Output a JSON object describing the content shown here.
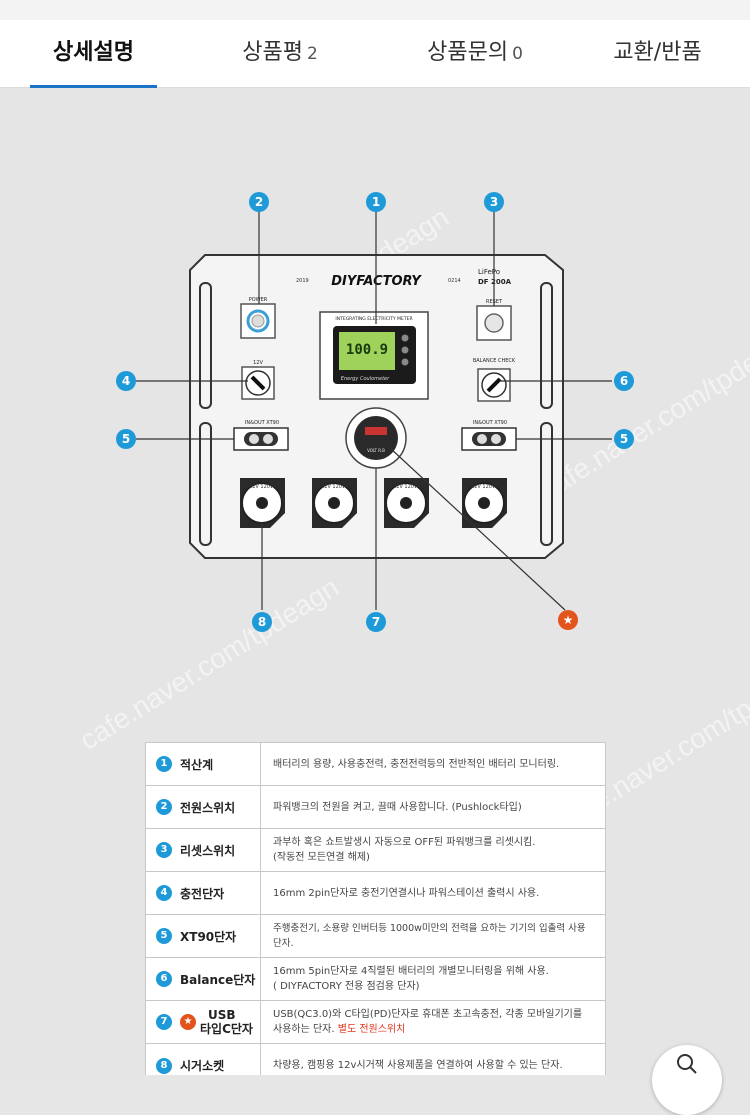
{
  "tabs": [
    {
      "label": "상세설명",
      "count": ""
    },
    {
      "label": "상품평",
      "count": "2"
    },
    {
      "label": "상품문의",
      "count": "0"
    },
    {
      "label": "교환/반품",
      "count": ""
    }
  ],
  "diagram": {
    "brand": "DIYFACTORY",
    "model_line1": "LiFePo",
    "model_line2": "DF 200A",
    "small_left": "2019",
    "small_right": "0214",
    "power_label": "POWER",
    "reset_label": "RESET",
    "meter_title": "INTEGRATING ELECTRICITY METER",
    "meter_reading": "100.9",
    "meter_brand": "Energy Coulometer",
    "port_12v_label": "12V",
    "balance_label": "BALANCE CHECK",
    "xt90_left_label": "IN&OUT XT90",
    "xt90_right_label": "IN&OUT XT90",
    "usb_label": "VOLT R.B",
    "socket_text": "12V 120W",
    "callouts": {
      "c1": "1",
      "c2": "2",
      "c3": "3",
      "c4": "4",
      "c5a": "5",
      "c5b": "5",
      "c6": "6",
      "c7": "7",
      "c8": "8",
      "cstar": "★"
    },
    "watermark": "cafe.naver.com/tpdeagn"
  },
  "legend": [
    {
      "num": "1",
      "name": "적산계",
      "desc": "배터리의 용량, 사용충전력, 충전전력등의 전반적인 배터리 모니터링.",
      "desc2": ""
    },
    {
      "num": "2",
      "name": "전원스위치",
      "desc": "파워뱅크의 전원을 켜고, 끌때 사용합니다. (Pushlock타입)",
      "desc2": ""
    },
    {
      "num": "3",
      "name": "리셋스위치",
      "desc": "과부하 혹은 쇼트발생시 자동으로 OFF된 파워뱅크를 리셋시킴.",
      "desc2": "(작동전 모든연결 해제)"
    },
    {
      "num": "4",
      "name": "충전단자",
      "desc": "16mm 2pin단자로 충전기연결시나 파워스테이션 출력시 사용.",
      "desc2": ""
    },
    {
      "num": "5",
      "name": "XT90단자",
      "desc": "주행충전기, 소용량 인버터등 1000w미만의 전력을 요하는 기기의 입출력 사용단자.",
      "desc2": ""
    },
    {
      "num": "6",
      "name": "Balance단자",
      "desc": "16mm 5pin단자로 4직렬된 배터리의 개별모니터링을 위해 사용.",
      "desc2": "( DIYFACTORY 전용 점검용 단자)"
    },
    {
      "num": "7",
      "star": "★",
      "name": "USB",
      "name2": "타입C단자",
      "desc": "USB(QC3.0)와 C타입(PD)단자로 휴대폰 초고속충전, 각종 모바일기기를",
      "desc2": "사용하는 단자.",
      "desc2_red": "별도 전원스위치"
    },
    {
      "num": "8",
      "name": "시거소켓",
      "desc": "차량용, 캠핑용 12v시거잭 사용제품을 연결하여 사용할 수 있는 단자.",
      "desc2": ""
    }
  ],
  "colors": {
    "accent": "#1a73c8",
    "callout": "#1f9ad8",
    "star": "#e2541b"
  }
}
